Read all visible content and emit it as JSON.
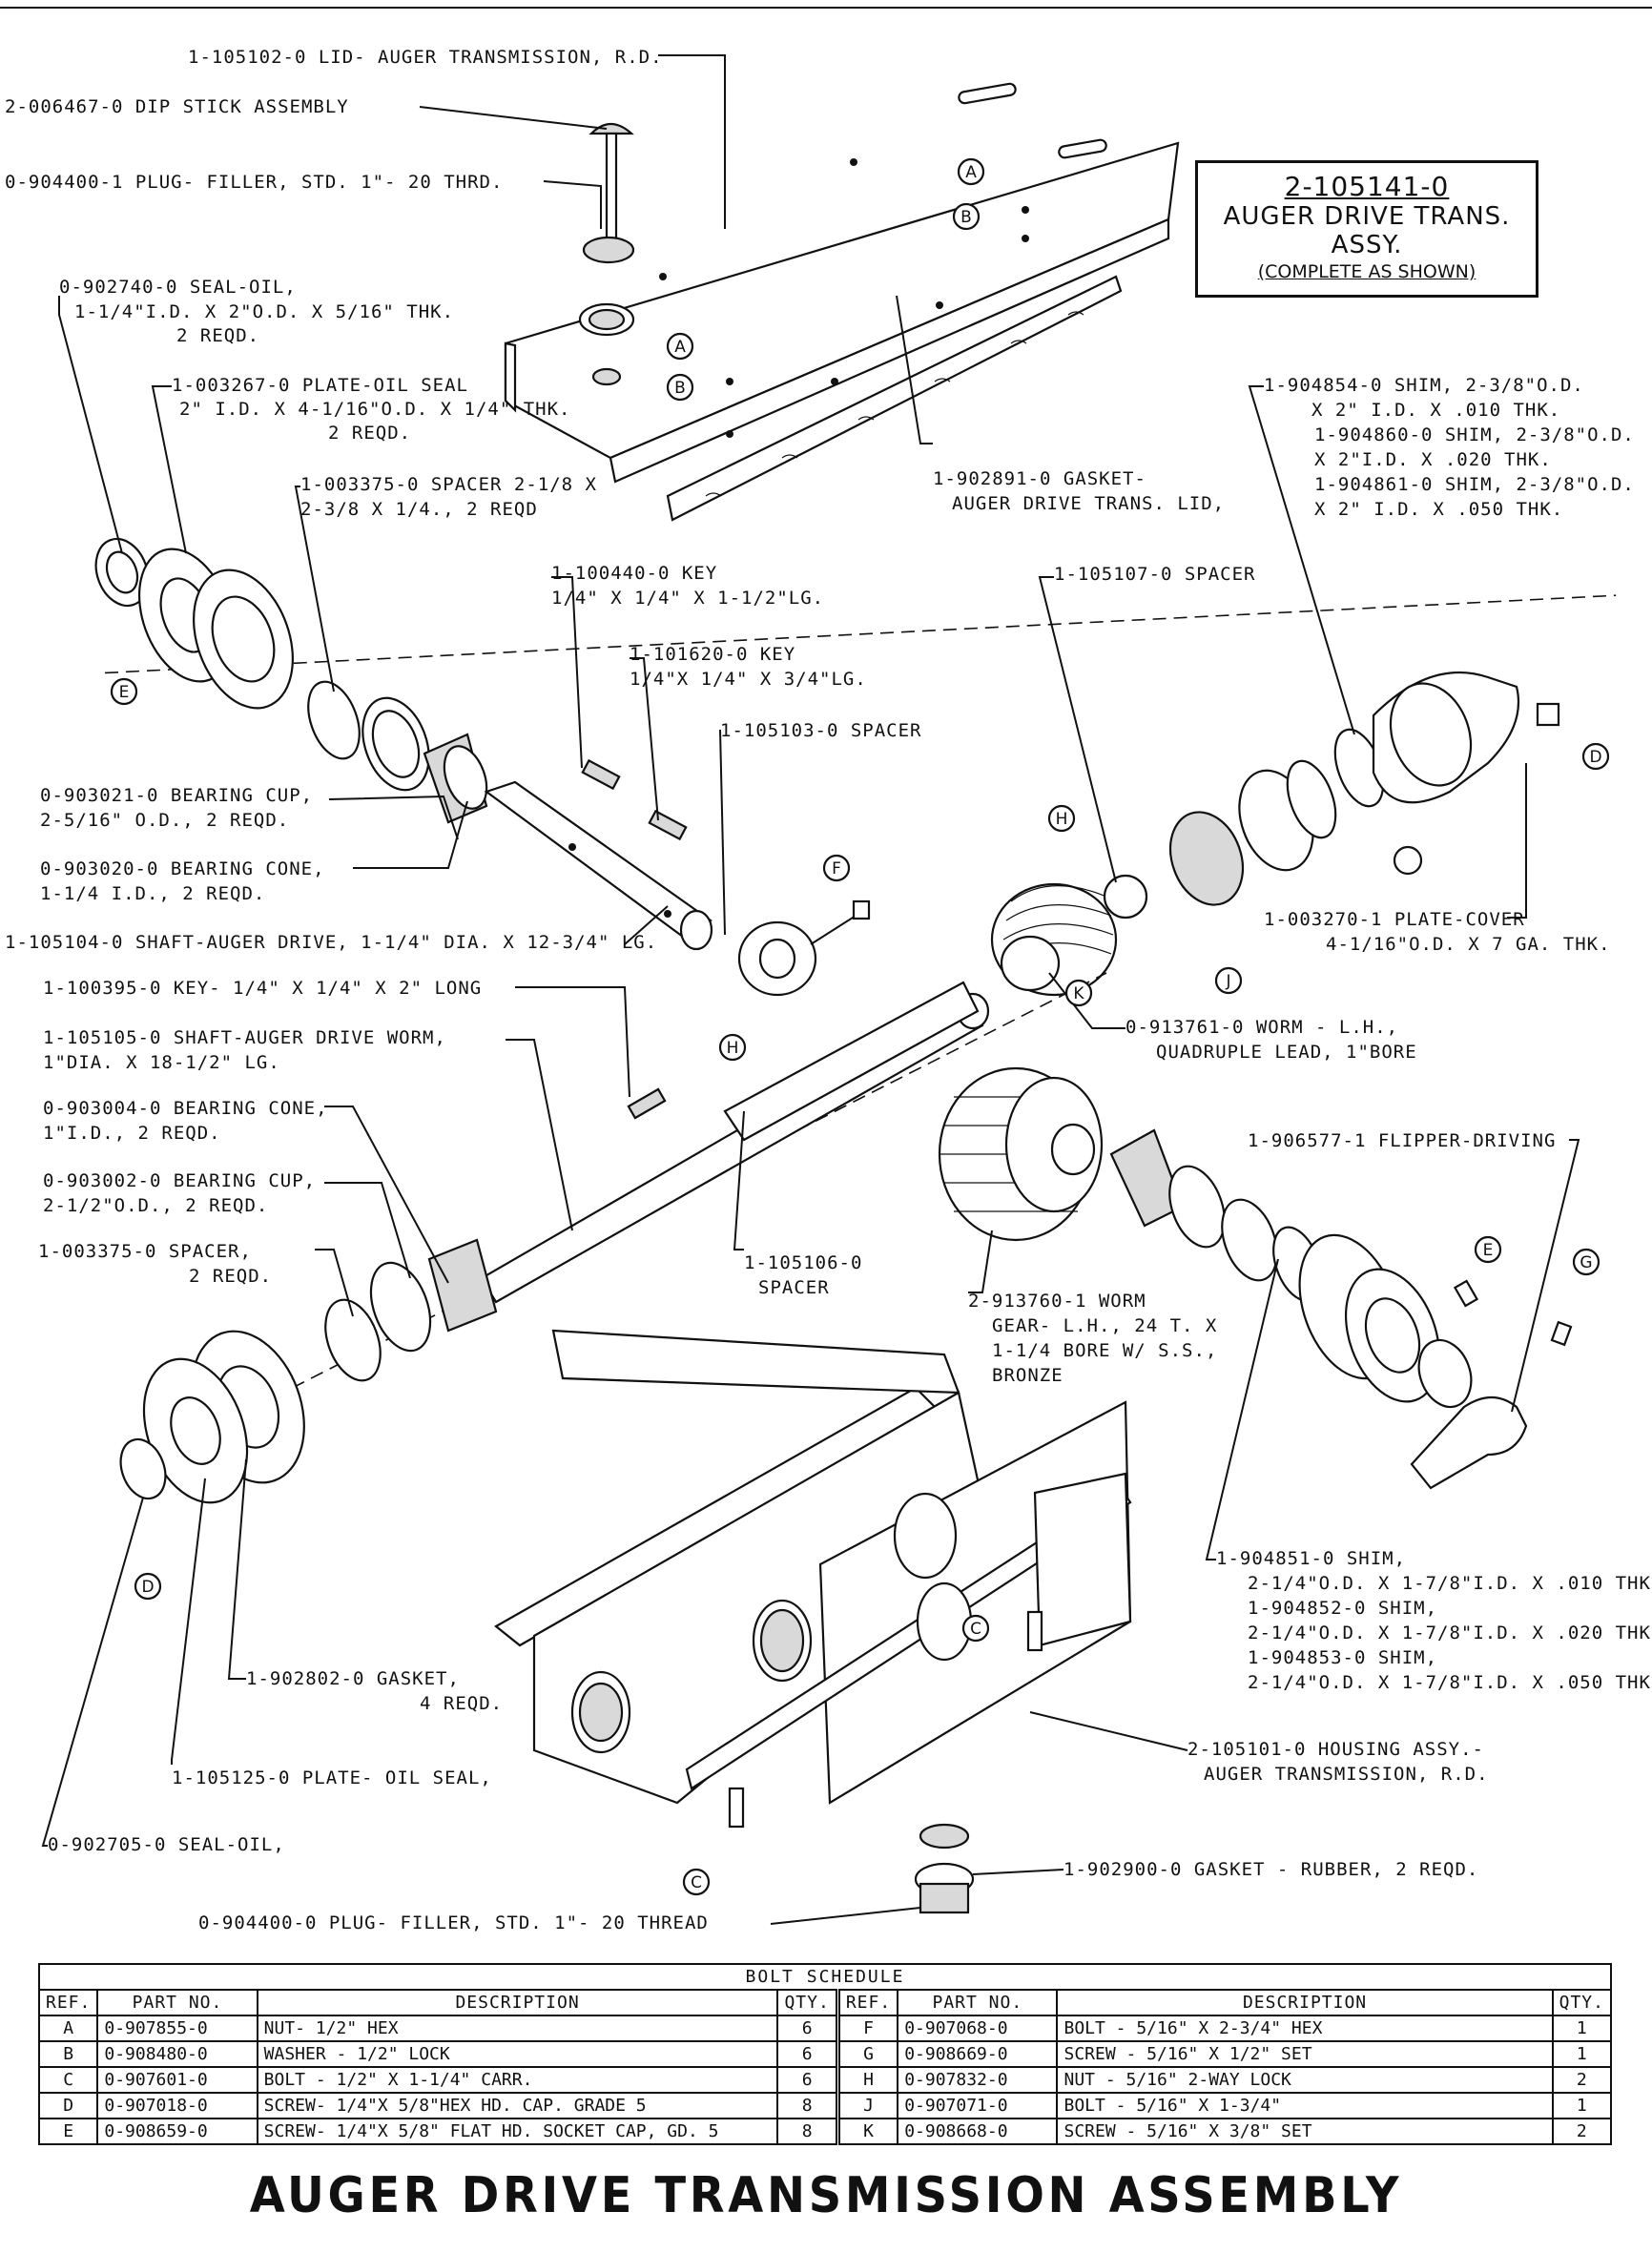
{
  "labels": {
    "lid": "1-105102-0  LID- AUGER TRANSMISSION, R.D.",
    "dip_stick": "2-006467-0  DIP STICK ASSEMBLY",
    "plug_filler_top": "0-904400-1  PLUG- FILLER, STD. 1\"- 20 THRD.",
    "seal_oil_top": [
      "0-902740-0  SEAL-OIL,",
      "1-1/4\"I.D. X 2\"O.D. X 5/16\" THK.",
      "2 REQD."
    ],
    "plate_oil_seal_top": [
      "1-003267-0  PLATE-OIL SEAL",
      "2\" I.D. X 4-1/16\"O.D. X 1/4\" THK.",
      "2 REQD."
    ],
    "spacer_2_1_8": [
      "1-003375-0  SPACER 2-1/8 X",
      "2-3/8 X 1/4., 2 REQD"
    ],
    "gasket_lid": [
      "1-902891-0  GASKET-",
      "AUGER DRIVE TRANS. LID,"
    ],
    "shim_top": [
      "1-904854-0  SHIM, 2-3/8\"O.D.",
      "X 2\" I.D. X .010 THK.",
      "1-904860-0  SHIM, 2-3/8\"O.D.",
      "X 2\"I.D. X .020 THK.",
      "1-904861-0  SHIM, 2-3/8\"O.D.",
      "X 2\" I.D. X .050 THK."
    ],
    "key_1_1_2": [
      "1-100440-0  KEY",
      "1/4\" X 1/4\" X 1-1/2\"LG."
    ],
    "key_3_4": [
      "1-101620-0  KEY",
      "1/4\"X 1/4\" X 3/4\"LG."
    ],
    "spacer_107": "1-105107-0  SPACER",
    "spacer_103": "1-105103-0  SPACER",
    "bearing_cup_top": [
      "0-903021-0  BEARING CUP,",
      "2-5/16\" O.D., 2 REQD."
    ],
    "bearing_cone_top": [
      "0-903020-0  BEARING CONE,",
      "1-1/4 I.D., 2 REQD."
    ],
    "shaft_auger": "1-105104-0  SHAFT-AUGER DRIVE, 1-1/4\" DIA. X 12-3/4\" LG.",
    "plate_cover": [
      "1-003270-1  PLATE-COVER",
      "4-1/16\"O.D. X 7 GA. THK."
    ],
    "key_2": "1-100395-0  KEY- 1/4\" X 1/4\" X 2\" LONG",
    "shaft_worm": [
      "1-105105-0  SHAFT-AUGER DRIVE WORM,",
      "1\"DIA. X 18-1/2\" LG."
    ],
    "worm_lh": [
      "0-913761-0  WORM - L.H.,",
      "QUADRUPLE LEAD, 1\"BORE"
    ],
    "bearing_cone_bottom": [
      "0-903004-0  BEARING CONE,",
      "1\"I.D., 2 REQD."
    ],
    "flipper": "1-906577-1  FLIPPER-DRIVING",
    "bearing_cup_bottom": [
      "0-903002-0  BEARING CUP,",
      "2-1/2\"O.D., 2 REQD."
    ],
    "spacer_bottom": [
      "1-003375-0  SPACER,",
      "2 REQD."
    ],
    "spacer_106": [
      "1-105106-0",
      "SPACER"
    ],
    "worm_gear": [
      "2-913760-1  WORM",
      "GEAR- L.H., 24 T. X",
      "1-1/4 BORE W/ S.S.,",
      "BRONZE"
    ],
    "shim_bottom": [
      "1-904851-0  SHIM,",
      "2-1/4\"O.D. X 1-7/8\"I.D. X .010 THK.",
      "1-904852-0  SHIM,",
      "2-1/4\"O.D. X 1-7/8\"I.D. X .020 THK.",
      "1-904853-0  SHIM,",
      "2-1/4\"O.D. X 1-7/8\"I.D. X .050 THK."
    ],
    "gasket_4": [
      "1-902802-0  GASKET,",
      "4 REQD."
    ],
    "housing": [
      "2-105101-0  HOUSING  ASSY.-",
      "AUGER  TRANSMISSION, R.D."
    ],
    "plate_oil_seal_bottom": "1-105125-0  PLATE- OIL SEAL,",
    "seal_oil_bottom": "0-902705-0  SEAL-OIL,",
    "gasket_rubber": "1-902900-0  GASKET - RUBBER, 2 REQD.",
    "plug_filler_bottom": "0-904400-0  PLUG- FILLER, STD. 1\"- 20  THREAD"
  },
  "callouts": [
    "A",
    "B",
    "A",
    "B",
    "E",
    "F",
    "H",
    "H",
    "J",
    "K",
    "D",
    "E",
    "G",
    "D",
    "C",
    "C"
  ],
  "title_box": {
    "number": "2-105141-0",
    "name_line1": "AUGER DRIVE TRANS.",
    "name_line2": "ASSY.",
    "note": "(COMPLETE AS SHOWN)"
  },
  "bolt_schedule": {
    "title": "BOLT  SCHEDULE",
    "headers": [
      "REF.",
      "PART NO.",
      "DESCRIPTION",
      "QTY.",
      "REF.",
      "PART NO.",
      "DESCRIPTION",
      "QTY."
    ],
    "rows": [
      {
        "left": [
          "A",
          "0-907855-0",
          "NUT- 1/2\" HEX",
          "6"
        ],
        "right": [
          "F",
          "0-907068-0",
          "BOLT - 5/16\" X 2-3/4\" HEX",
          "1"
        ]
      },
      {
        "left": [
          "B",
          "0-908480-0",
          "WASHER - 1/2\" LOCK",
          "6"
        ],
        "right": [
          "G",
          "0-908669-0",
          "SCREW - 5/16\" X 1/2\" SET",
          "1"
        ]
      },
      {
        "left": [
          "C",
          "0-907601-0",
          "BOLT - 1/2\" X 1-1/4\" CARR.",
          "6"
        ],
        "right": [
          "H",
          "0-907832-0",
          "NUT - 5/16\" 2-WAY LOCK",
          "2"
        ]
      },
      {
        "left": [
          "D",
          "0-907018-0",
          "SCREW- 1/4\"X 5/8\"HEX HD. CAP. GRADE 5",
          "8"
        ],
        "right": [
          "J",
          "0-907071-0",
          "BOLT - 5/16\" X 1-3/4\"",
          "1"
        ]
      },
      {
        "left": [
          "E",
          "0-908659-0",
          "SCREW- 1/4\"X 5/8\" FLAT HD. SOCKET CAP, GD. 5",
          "8"
        ],
        "right": [
          "K",
          "0-908668-0",
          "SCREW - 5/16\" X 3/8\" SET",
          "2"
        ]
      }
    ]
  },
  "page_title": "AUGER DRIVE TRANSMISSION ASSEMBLY"
}
